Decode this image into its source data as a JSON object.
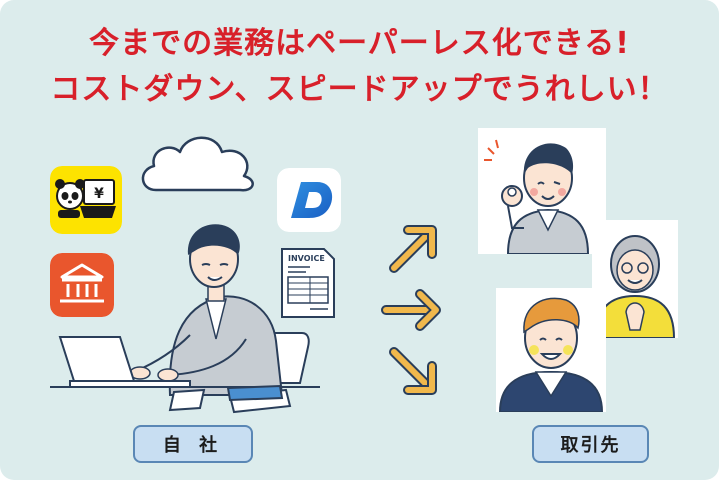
{
  "headline": {
    "line1": "今までの業務はペーパーレス化できる!",
    "line2": "コストダウン、スピードアップでうれしい！"
  },
  "labels": {
    "self": "自 社",
    "partner": "取引先"
  },
  "invoice_text": "INVOICE",
  "colors": {
    "background": "#dcecec",
    "headline": "#d8202a",
    "arrow": "#f1b84c",
    "label_fill": "#c8def2",
    "label_border": "#5a87b5"
  },
  "icons": [
    "cloud-icon",
    "panda-accounting-app-icon",
    "bank-app-icon",
    "d-app-icon",
    "invoice-document-icon",
    "arrow-up-right-icon",
    "arrow-right-icon",
    "arrow-down-right-icon"
  ]
}
